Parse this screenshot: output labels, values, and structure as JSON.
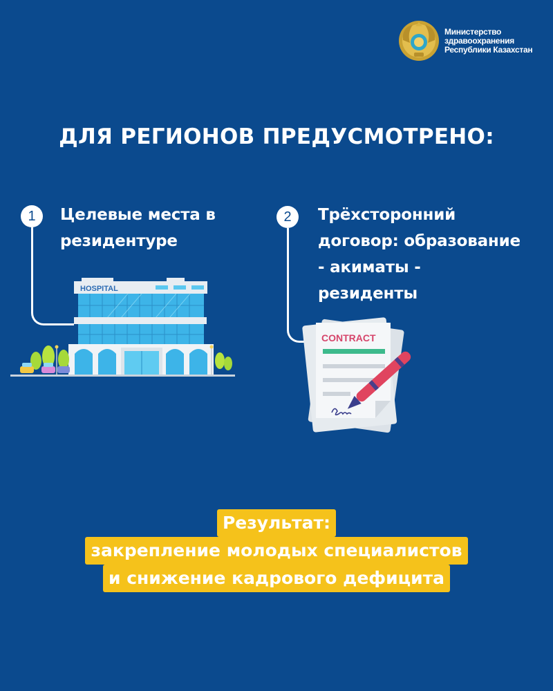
{
  "logo": {
    "icon": "kazakhstan-emblem-icon",
    "lines": [
      "Министерство",
      "здравоохранения",
      "Республики Казахстан"
    ]
  },
  "title": "ДЛЯ РЕГИОНОВ ПРЕДУСМОТРЕНО:",
  "items": [
    {
      "number": "1",
      "lines": [
        "Целевые места в",
        "резидентуре"
      ],
      "illustration": "hospital-building-icon",
      "sign_label": "HOSPITAL"
    },
    {
      "number": "2",
      "lines": [
        "Трёхсторонний",
        "договор: образование",
        "- акиматы -",
        "резиденты"
      ],
      "illustration": "contract-document-icon",
      "sign_label": "CONTRACT"
    }
  ],
  "result": {
    "lines": [
      "Результат:",
      "закрепление молодых специалистов",
      "и снижение кадрового дефицита"
    ],
    "highlight_color": "#F5C21B"
  },
  "colors": {
    "background": "#0B4A8E",
    "text": "#FFFFFF"
  }
}
